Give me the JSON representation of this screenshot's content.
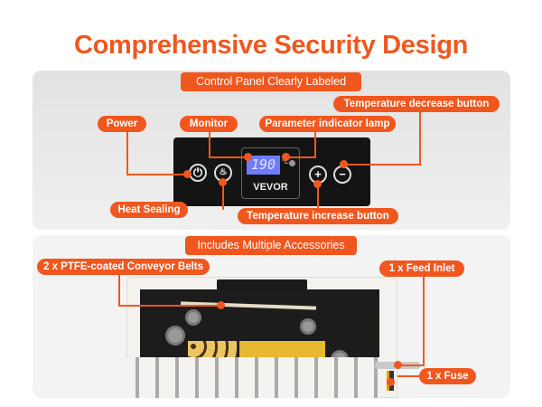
{
  "title": "Comprehensive Security Design",
  "control": {
    "section_label": "Control Panel Clearly Labeled",
    "labels": {
      "power": "Power",
      "monitor": "Monitor",
      "lamp": "Parameter indicator lamp",
      "decrease": "Temperature decrease button",
      "heat": "Heat Sealing",
      "increase": "Temperature increase button"
    },
    "display_value": "190",
    "unit": "°C",
    "brand": "VEVOR"
  },
  "accessories": {
    "section_label": "Includes Multiple Accessories",
    "labels": {
      "belts": "2 x PTFE-coated Conveyor Belts",
      "feed": "1 x Feed Inlet",
      "fuse": "1 x Fuse"
    }
  },
  "colors": {
    "accent": "#f0571e",
    "lcd": "#6f7cff"
  }
}
